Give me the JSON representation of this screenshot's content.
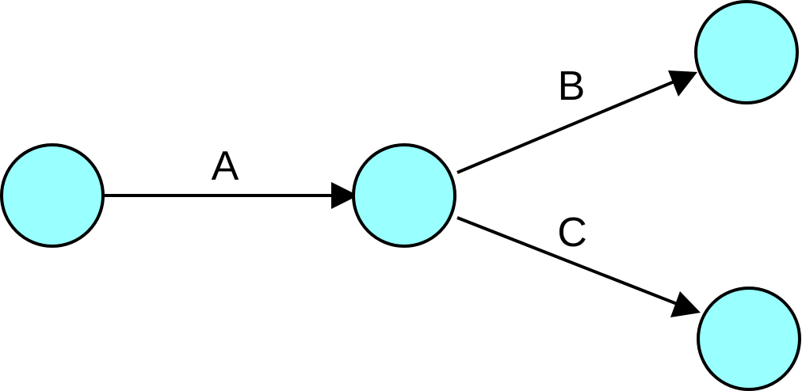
{
  "diagram": {
    "node_color": "#99ffff",
    "stroke_color": "#000000",
    "edges": [
      {
        "label": "A",
        "from": "node-1",
        "to": "node-2"
      },
      {
        "label": "B",
        "from": "node-2",
        "to": "node-3"
      },
      {
        "label": "C",
        "from": "node-2",
        "to": "node-4"
      }
    ]
  }
}
